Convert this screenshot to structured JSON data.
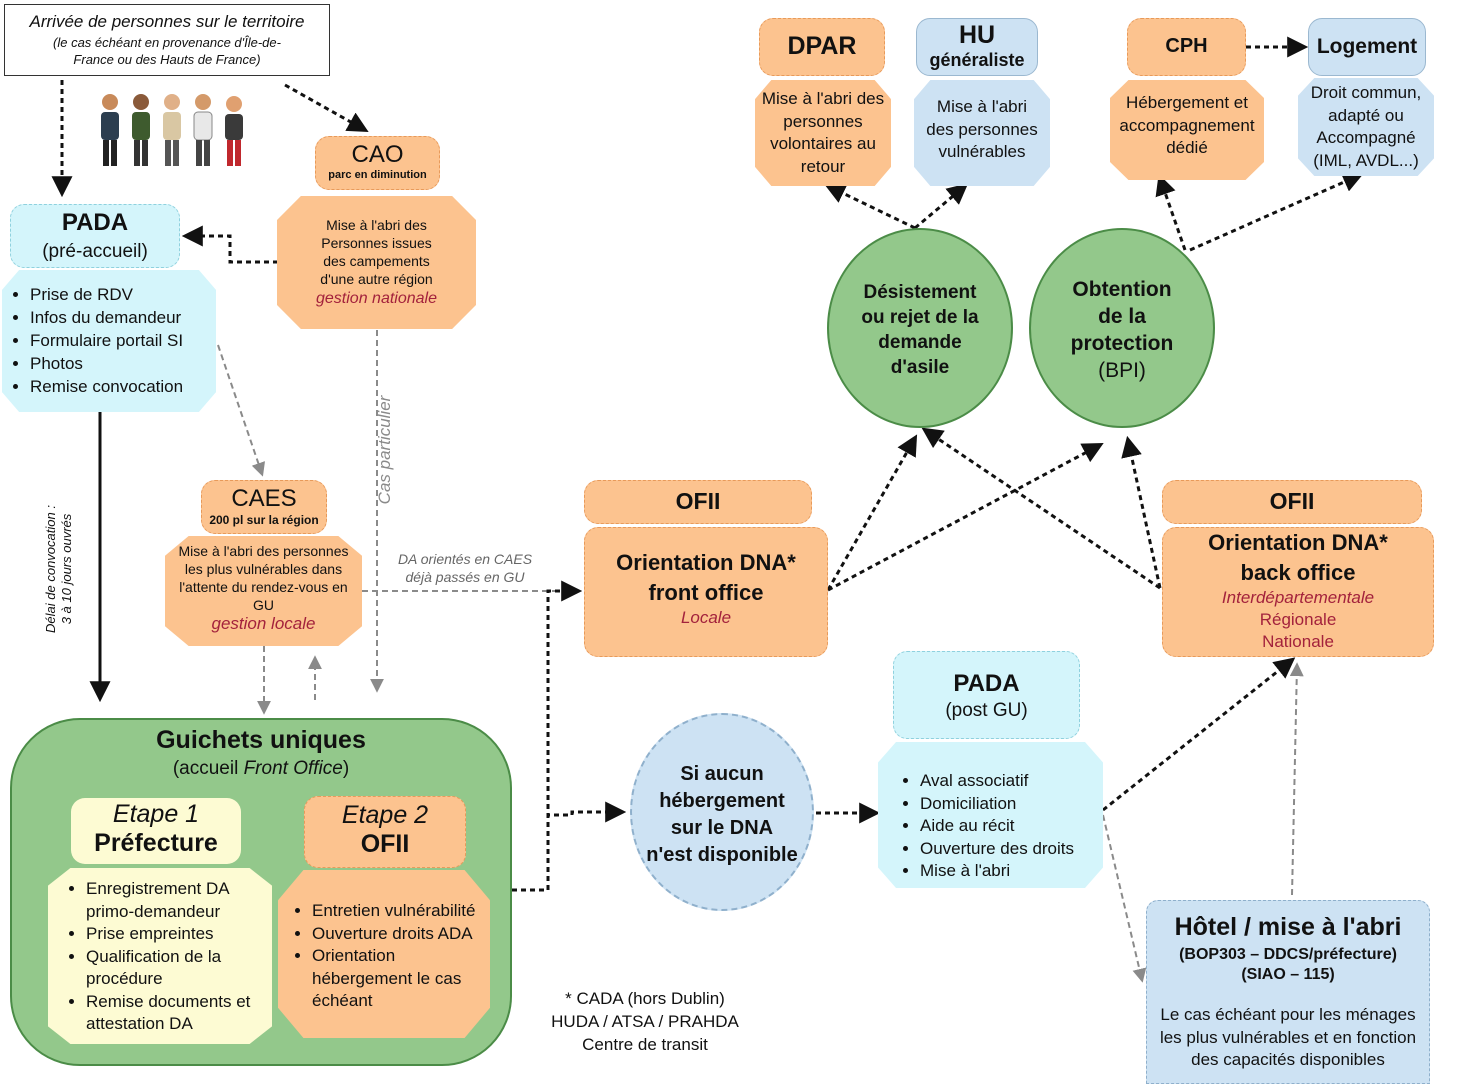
{
  "arrival": {
    "title": "Arrivée de personnes sur le territoire",
    "subtitle": "(le cas échéant en provenance d'Île-de-France ou des Hauts de France)"
  },
  "cao": {
    "title": "CAO",
    "subtitle": "parc en diminution",
    "body": "Mise à l'abri des Personnes issues des campements d'une autre région",
    "scope": "gestion nationale"
  },
  "pada_pre": {
    "title": "PADA",
    "subtitle": "(pré-accueil)",
    "items": [
      "Prise de RDV",
      "Infos du demandeur",
      "Formulaire portail SI",
      "Photos",
      "Remise convocation"
    ]
  },
  "delai": {
    "line1": "Délai de convocation :",
    "line2": "3 à 10 jours ouvrés"
  },
  "cas_particulier": "Cas particulier",
  "caes": {
    "title": "CAES",
    "subtitle": "200 pl sur la région",
    "body": "Mise à l'abri des personnes les plus vulnérables dans l'attente du rendez-vous en GU",
    "scope": "gestion locale"
  },
  "da_orientes": {
    "line1": "DA orientés en CAES",
    "line2": "déjà passés en GU"
  },
  "guichets": {
    "title": "Guichets uniques",
    "subtitle_pre": "(accueil ",
    "subtitle_em": "Front Office",
    "subtitle_post": ")",
    "etape1": {
      "step": "Etape 1",
      "name": "Préfecture",
      "items": [
        "Enregistrement DA primo-demandeur",
        "Prise empreintes",
        "Qualification de la procédure",
        "Remise documents et attestation DA"
      ]
    },
    "etape2": {
      "step": "Etape 2",
      "name": "OFII",
      "items": [
        "Entretien vulnérabilité",
        "Ouverture droits ADA",
        "Orientation hébergement le cas échéant"
      ]
    }
  },
  "ofii_front": {
    "header": "OFII",
    "title1": "Orientation DNA*",
    "title2": "front office",
    "scope": "Locale"
  },
  "ofii_back": {
    "header": "OFII",
    "title1": "Orientation DNA*",
    "title2": "back office",
    "scope1": "Interdépartementale",
    "scope2": "Régionale",
    "scope3": "Nationale"
  },
  "si_aucun": {
    "line1": "Si aucun",
    "line2": "hébergement",
    "line3": "sur le DNA",
    "line4": "n'est disponible"
  },
  "pada_post": {
    "title": "PADA",
    "subtitle": "(post GU)",
    "items": [
      "Aval associatif",
      "Domiciliation",
      "Aide au récit",
      "Ouverture des droits",
      "Mise à l'abri"
    ]
  },
  "hotel": {
    "title": "Hôtel / mise à l'abri",
    "sub1": "(BOP303 – DDCS/préfecture)",
    "sub2": "(SIAO – 115)",
    "body": "Le cas échéant pour les ménages les plus vulnérables et en fonction des capacités disponibles"
  },
  "footnote": {
    "line1": "* CADA (hors Dublin)",
    "line2": "HUDA / ATSA / PRAHDA",
    "line3": "Centre de transit"
  },
  "desistement": {
    "line1": "Désistement",
    "line2": "ou rejet de la",
    "line3": "demande",
    "line4": "d'asile"
  },
  "obtention": {
    "line1": "Obtention",
    "line2": "de la",
    "line3": "protection",
    "line4": "(BPI)"
  },
  "dpar": {
    "title": "DPAR",
    "body": "Mise à l'abri des personnes volontaires au retour"
  },
  "hu": {
    "title": "HU",
    "subtitle": "généraliste",
    "body": "Mise à l'abri des personnes vulnérables"
  },
  "cph": {
    "title": "CPH",
    "body": "Hébergement et accompagnement dédié"
  },
  "logement": {
    "title": "Logement",
    "body": "Droit commun, adapté ou Accompagné (IML, AVDL...)"
  },
  "colors": {
    "orange": "#fcc38f",
    "blue": "#cde2f3",
    "cyan": "#d4f5fb",
    "green": "#93c88b",
    "yellow": "#fdfbd3",
    "accent_red": "#a3223c"
  }
}
